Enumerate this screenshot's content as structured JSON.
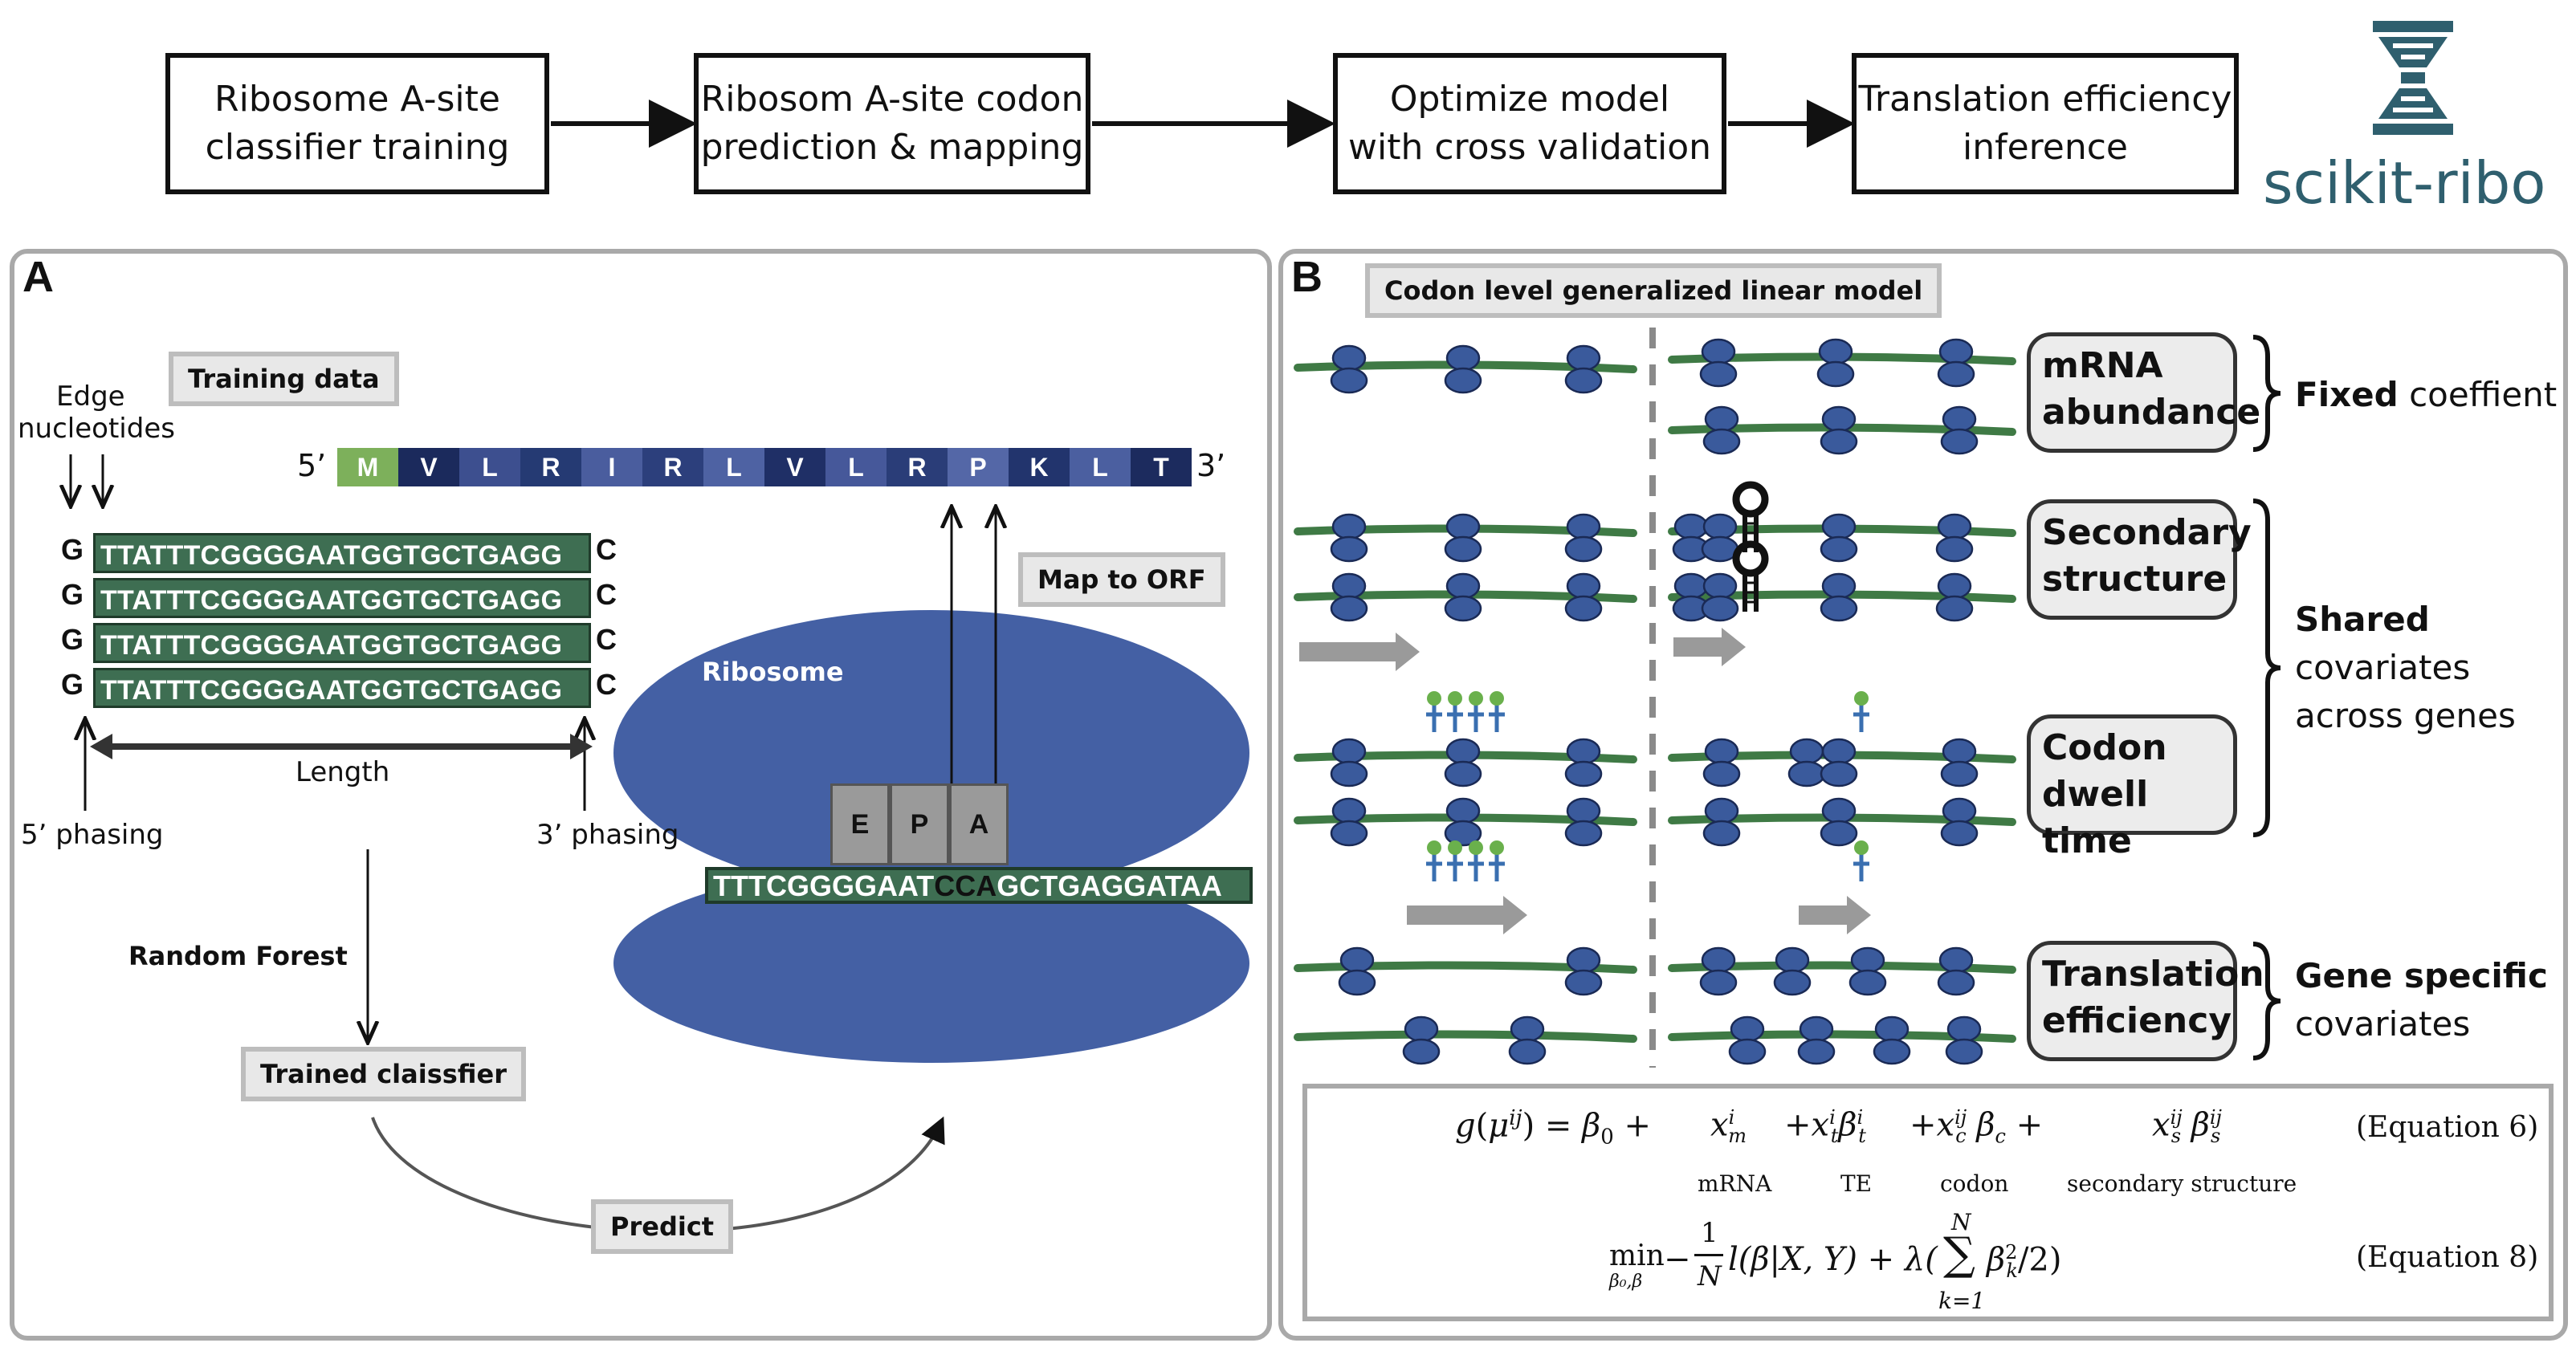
{
  "flow": {
    "step1": {
      "line1": "Ribosome A-site",
      "line2": "classifier training"
    },
    "step2": {
      "line1": "Ribosom A-site codon",
      "line2": "prediction & mapping"
    },
    "step3": {
      "line1": "Optimize model",
      "line2": "with cross validation"
    },
    "step4": {
      "line1": "Translation efficiency",
      "line2": "inference"
    }
  },
  "logo": {
    "text": "scikit-ribo",
    "color": "#2f5f6e"
  },
  "panelA": {
    "letter": "A",
    "training_data_tag": "Training data",
    "edge_label_1": "Edge",
    "edge_label_2": "nucleotides",
    "reads": [
      {
        "left": "G",
        "seq": "TTATTTCGGGGAATGGTGCTGAGG",
        "right": "C"
      },
      {
        "left": "G",
        "seq": "TTATTTCGGGGAATGGTGCTGAGG",
        "right": "C"
      },
      {
        "left": "G",
        "seq": "TTATTTCGGGGAATGGTGCTGAGG",
        "right": "C"
      },
      {
        "left": "G",
        "seq": "TTATTTCGGGGAATGGTGCTGAGG",
        "right": "C"
      }
    ],
    "length_label": "Length",
    "phasing5": "5’ phasing",
    "phasing3": "3’ phasing",
    "random_forest": "Random Forest",
    "trained_tag": "Trained claissfier",
    "predict_tag": "Predict",
    "map_tag": "Map to ORF",
    "ribosome_label": "Ribosome",
    "five_prime": "5’",
    "three_prime": "3’",
    "amino_acids": [
      "M",
      "V",
      "L",
      "R",
      "I",
      "R",
      "L",
      "V",
      "L",
      "R",
      "P",
      "K",
      "L",
      "T"
    ],
    "sites": [
      "E",
      "P",
      "A"
    ],
    "mrna": {
      "pre": "TTTCGGGGAAT",
      "codon": "CCA",
      "post": "GCTGAGGATAA"
    },
    "colors": {
      "ribosome": "#4460a4",
      "read_green": "#3e6e52",
      "met_green": "#7db05b"
    }
  },
  "panelB": {
    "letter": "B",
    "title_tag": "Codon level generalized linear model",
    "categories": [
      {
        "line1": "mRNA",
        "line2": "abundance"
      },
      {
        "line1": "Secondary",
        "line2": "structure"
      },
      {
        "line1": "Codon",
        "line2": "dwell time"
      },
      {
        "line1": "Translation",
        "line2": "efficiency"
      }
    ],
    "fixed": {
      "bold": "Fixed",
      "rest": " coeffient"
    },
    "shared": {
      "bold": "Shared",
      "line2": "covariates",
      "line3": "across genes"
    },
    "gene_specific": {
      "bold": "Gene specific",
      "line2": "covariates"
    },
    "eq6": {
      "lhs": "g(μ",
      "sup": "ij",
      "eq": ") = β",
      "b0": "0",
      "tag": "(Equation 6)",
      "sub_mrna": "mRNA",
      "sub_te": "TE",
      "sub_codon": "codon",
      "sub_ss": "secondary structure"
    },
    "eq8": {
      "tag": "(Equation 8)",
      "min": "min",
      "min_sub": "β₀,β",
      "body": "−",
      "frac_num": "1",
      "frac_den": "N",
      "mid": "l(β|X, Y) + λ(",
      "sum_top": "N",
      "sum_bot": "k=1",
      "tail": "β",
      "tail_sub": "k",
      "tail_sup": "2",
      "end": "/2)"
    },
    "colors": {
      "ribosome": "#3a5a9c",
      "mrna_green": "#3f7a45",
      "trna_green": "#6ab04c"
    }
  }
}
